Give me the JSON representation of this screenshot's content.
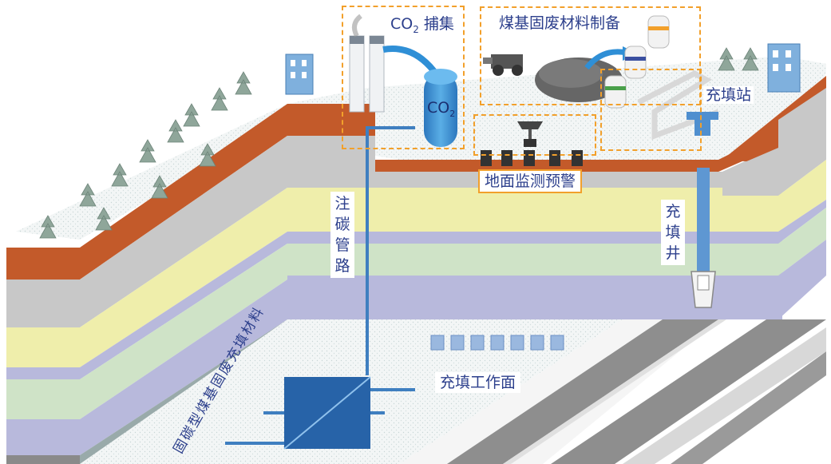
{
  "labels": {
    "co2_capture_prefix": "CO",
    "co2_capture_sub": "2",
    "co2_capture_suffix": " 捕集",
    "material_prep": "煤基固废材料制备",
    "filling_station": "充填站",
    "ground_monitoring": "地面监测预警",
    "injection_pipe": "注碳管路",
    "filling_shaft": "充填井",
    "filling_face": "充填工作面",
    "tank_co2_prefix": "CO",
    "tank_co2_sub": "2",
    "backfill_material": "固碳型煤基固废充填材料"
  },
  "colors": {
    "topsoil": "#c35a2a",
    "gray_layer": "#c8c8c8",
    "yellow_layer": "#efeeab",
    "purple_layer": "#b8b9dc",
    "green_layer": "#cfe3c7",
    "surface": "#eef3f1",
    "pipe": "#3f7fc0",
    "tank": "#3c8fd0",
    "box": "#2763a8",
    "label_text": "#2c3f8c",
    "dash": "#f2a02b"
  }
}
